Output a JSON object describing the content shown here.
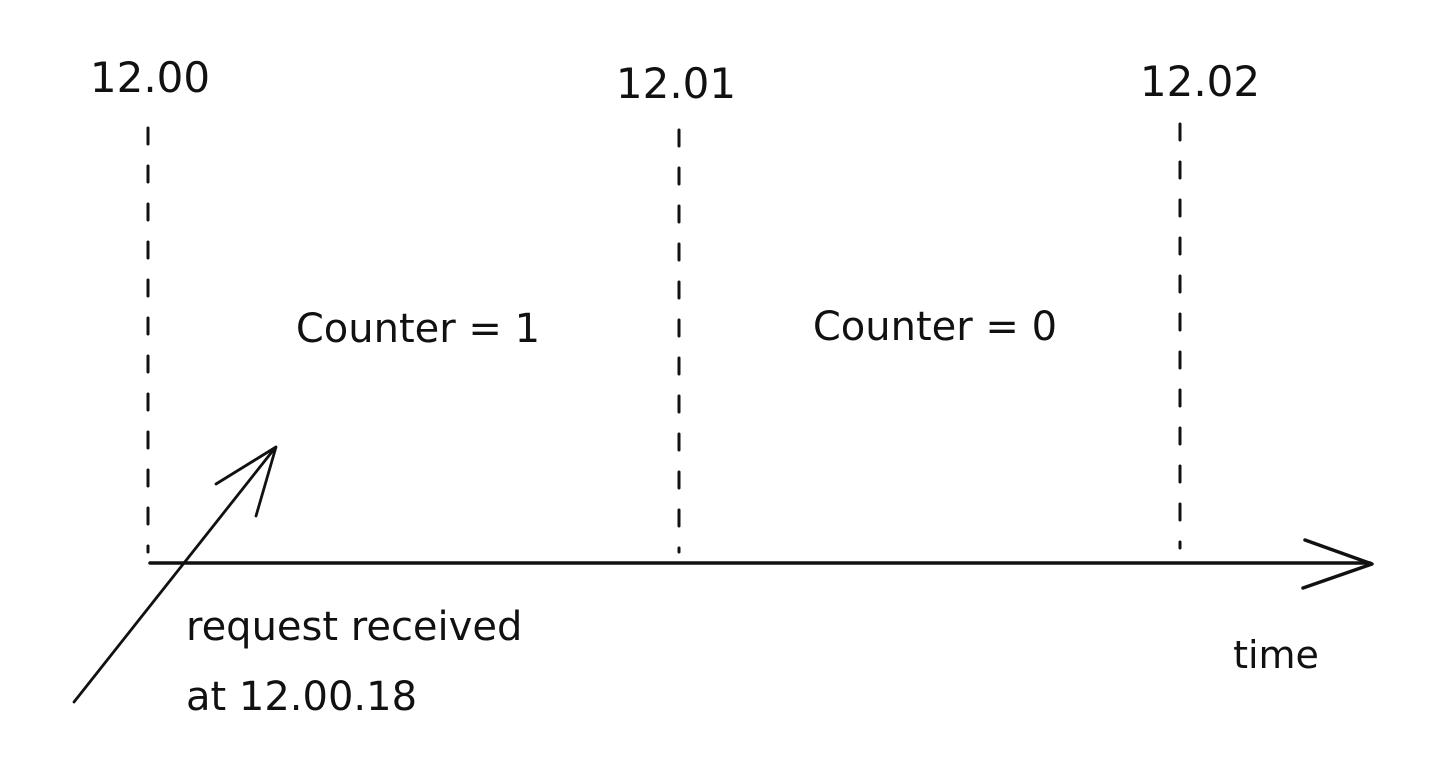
{
  "timeline": {
    "markers": [
      {
        "label": "12.00"
      },
      {
        "label": "12.01"
      },
      {
        "label": "12.02"
      }
    ],
    "intervals": [
      {
        "label": "Counter = 1"
      },
      {
        "label": "Counter = 0"
      }
    ],
    "axis_label": "time"
  },
  "event": {
    "line1": "request received",
    "line2": "at 12.00.18"
  },
  "colors": {
    "ink": "#111111",
    "background": "#ffffff"
  }
}
